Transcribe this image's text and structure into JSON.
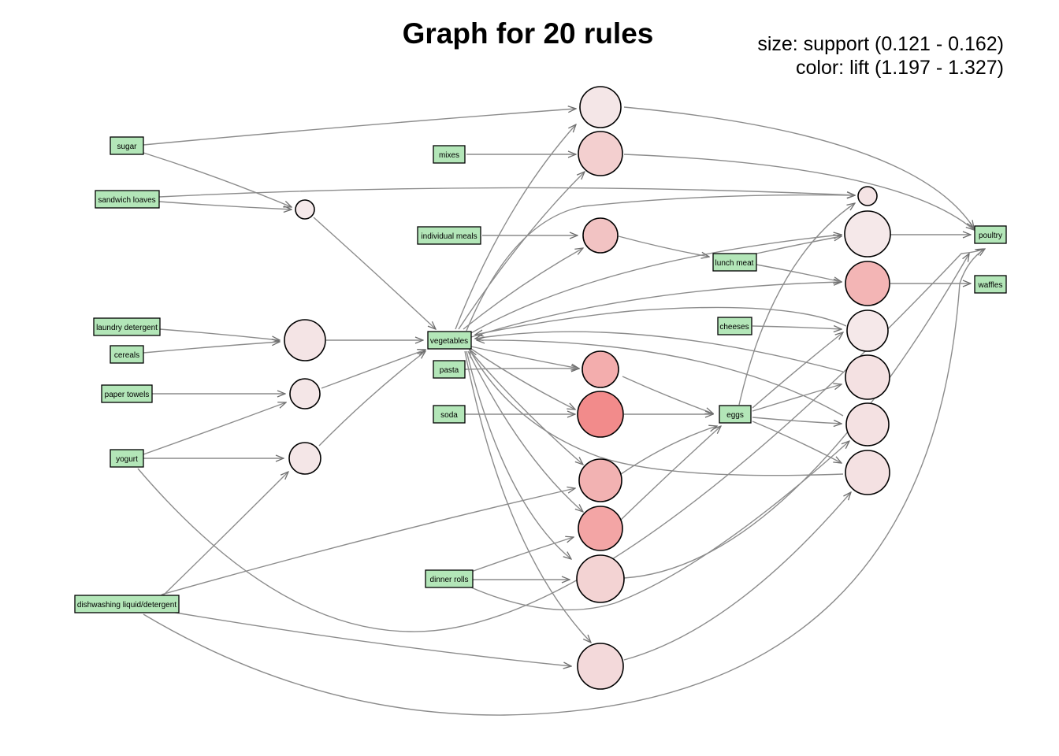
{
  "title": "Graph for 20 rules",
  "legend": {
    "size": "size: support (0.121 - 0.162)",
    "color": "color: lift (1.197 - 1.327)"
  },
  "colors": {
    "item_fill": "#b3e6b8",
    "edge": "#8c8c8c",
    "lift_low": "#f5e9ea",
    "lift_high": "#f28b8b"
  },
  "items": {
    "sugar": "sugar",
    "sandwich_loaves": "sandwich loaves",
    "laundry_detergent": "laundry detergent",
    "cereals": "cereals",
    "paper_towels": "paper towels",
    "yogurt": "yogurt",
    "dishwashing": "dishwashing liquid/detergent",
    "mixes": "mixes",
    "individual_meals": "individual meals",
    "vegetables": "vegetables",
    "pasta": "pasta",
    "soda": "soda",
    "dinner_rolls": "dinner rolls",
    "lunch_meat": "lunch meat",
    "cheeses": "cheeses",
    "eggs": "eggs",
    "poultry": "poultry",
    "waffles": "waffles"
  }
}
